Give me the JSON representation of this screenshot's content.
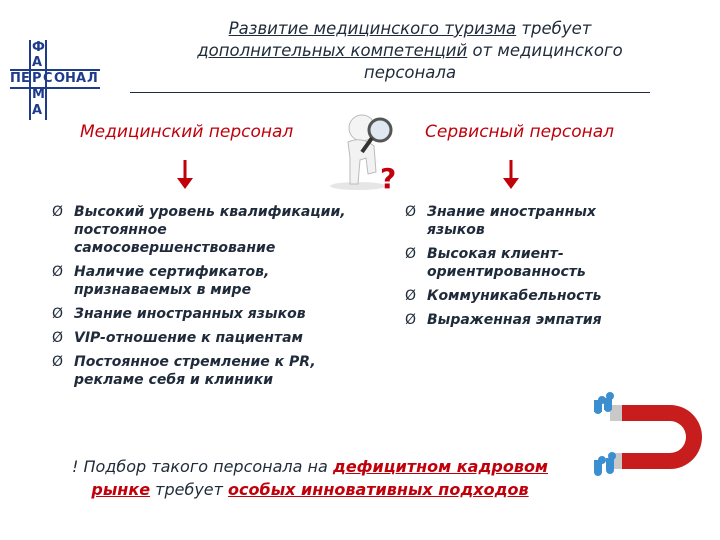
{
  "title": {
    "part1": "Развитие медицинского туризма",
    "part2": " требует",
    "part3": "дополнительных компетенций",
    "part4": "  от медицинского",
    "part5": "персонала"
  },
  "logo": {
    "letters": [
      "Ф",
      "А",
      "П",
      "Е",
      "Р",
      "С",
      "О",
      "Н",
      "А",
      "Л",
      "М",
      "А"
    ]
  },
  "left": {
    "heading": "Медицинский персонал",
    "items": [
      "Высокий уровень квалификации, постоянное самосовершенствование",
      "Наличие сертификатов, признаваемых в мире",
      "Знание иностранных языков",
      "VIP-отношение к пациентам",
      "Постоянное стремление к PR, рекламе себя и клиники"
    ]
  },
  "right": {
    "heading": "Сервисный персонал",
    "items": [
      "Знание иностранных языков",
      "Высокая клиент-ориентированность",
      "Коммуникабельность",
      "Выраженная эмпатия"
    ]
  },
  "bullet_glyph": "Ø",
  "question_mark": "?",
  "bottom": {
    "t1": "! Подбор такого персонала на ",
    "t2": "дефицитном кадровом",
    "t3": "рынке",
    "t4": " требует ",
    "t5": "особых инновативных подходов"
  },
  "colors": {
    "accent_red": "#c0000b",
    "text_dark": "#1f2b3a",
    "logo_blue": "#1f3c8c"
  }
}
